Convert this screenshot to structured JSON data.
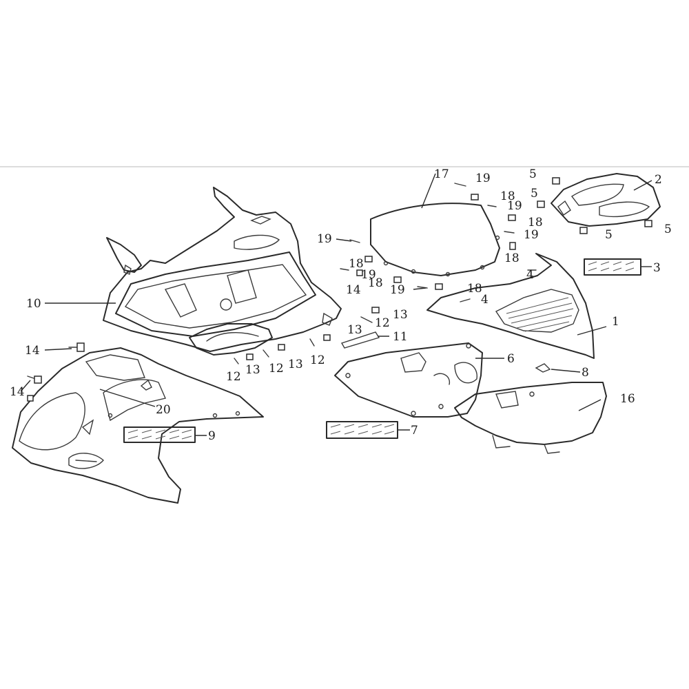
{
  "diagram": {
    "callouts": [
      {
        "id": "c1",
        "label": "1"
      },
      {
        "id": "c2",
        "label": "2"
      },
      {
        "id": "c3",
        "label": "3"
      },
      {
        "id": "c4a",
        "label": "4"
      },
      {
        "id": "c4b",
        "label": "4"
      },
      {
        "id": "c5a",
        "label": "5"
      },
      {
        "id": "c5b",
        "label": "5"
      },
      {
        "id": "c5c",
        "label": "5"
      },
      {
        "id": "c5d",
        "label": "5"
      },
      {
        "id": "c6",
        "label": "6"
      },
      {
        "id": "c7",
        "label": "7"
      },
      {
        "id": "c8",
        "label": "8"
      },
      {
        "id": "c9",
        "label": "9"
      },
      {
        "id": "c10",
        "label": "10"
      },
      {
        "id": "c11",
        "label": "11"
      },
      {
        "id": "c12a",
        "label": "12"
      },
      {
        "id": "c12b",
        "label": "12"
      },
      {
        "id": "c12c",
        "label": "12"
      },
      {
        "id": "c12d",
        "label": "12"
      },
      {
        "id": "c13a",
        "label": "13"
      },
      {
        "id": "c13b",
        "label": "13"
      },
      {
        "id": "c13c",
        "label": "13"
      },
      {
        "id": "c13d",
        "label": "13"
      },
      {
        "id": "c14a",
        "label": "14"
      },
      {
        "id": "c14b",
        "label": "14"
      },
      {
        "id": "c14c",
        "label": "14"
      },
      {
        "id": "c16",
        "label": "16"
      },
      {
        "id": "c17",
        "label": "17"
      },
      {
        "id": "c18a",
        "label": "18"
      },
      {
        "id": "c18b",
        "label": "18"
      },
      {
        "id": "c18c",
        "label": "18"
      },
      {
        "id": "c18d",
        "label": "18"
      },
      {
        "id": "c18e",
        "label": "18"
      },
      {
        "id": "c18f",
        "label": "18"
      },
      {
        "id": "c19a",
        "label": "19"
      },
      {
        "id": "c19b",
        "label": "19"
      },
      {
        "id": "c19c",
        "label": "19"
      },
      {
        "id": "c19d",
        "label": "19"
      },
      {
        "id": "c19e",
        "label": "19"
      },
      {
        "id": "c19f",
        "label": "19"
      },
      {
        "id": "c20",
        "label": "20"
      }
    ]
  }
}
